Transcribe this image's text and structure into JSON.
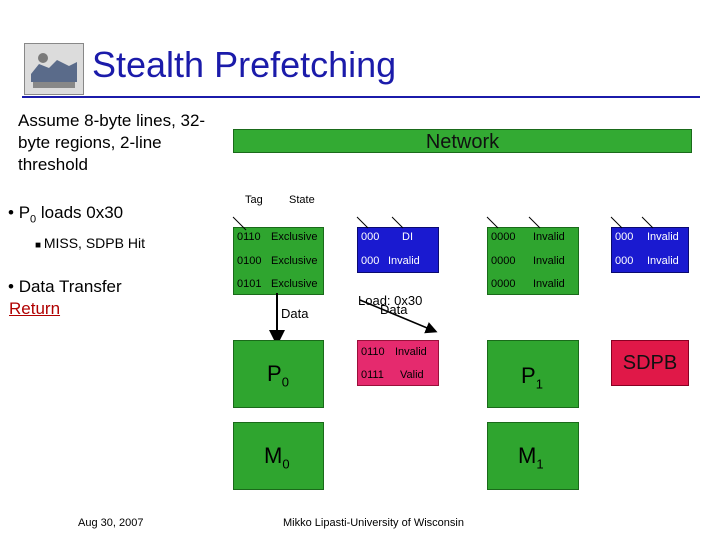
{
  "slide": {
    "title": "Stealth Prefetching",
    "assume_text": "Assume 8-byte lines, 32-byte regions, 2-line threshold",
    "bullet1_prefix": "P",
    "bullet1_sub": "0",
    "bullet1_rest": " loads 0x30",
    "subbullet": "MISS, SDPB Hit",
    "bullet2": "Data Transfer",
    "return_link": "Return",
    "network_label": "Network",
    "tag_header": "Tag",
    "state_header": "State",
    "left_cache": [
      {
        "tag": "0110",
        "state": "Exclusive"
      },
      {
        "tag": "0100",
        "state": "Exclusive"
      },
      {
        "tag": "0101",
        "state": "Exclusive"
      }
    ],
    "mid_cache": [
      {
        "tag": "000",
        "state": "DI"
      },
      {
        "tag": "000",
        "state": "Invalid"
      }
    ],
    "right_cache1": [
      {
        "tag": "0000",
        "state": "Invalid"
      },
      {
        "tag": "0000",
        "state": "Invalid"
      },
      {
        "tag": "0000",
        "state": "Invalid"
      }
    ],
    "right_cache2": [
      {
        "tag": "000",
        "state": "Invalid"
      },
      {
        "tag": "000",
        "state": "Invalid"
      }
    ],
    "data_label_left": "Data",
    "load_label": "Load: 0x30",
    "data_label_mid": "Data",
    "sdpb_rows": [
      {
        "tag": "0110",
        "state": "Invalid"
      },
      {
        "tag": "0111",
        "state": "Valid"
      }
    ],
    "p0": {
      "main": "P",
      "sub": "0"
    },
    "p1": {
      "main": "P",
      "sub": "1"
    },
    "m0": {
      "main": "M",
      "sub": "0"
    },
    "m1": {
      "main": "M",
      "sub": "1"
    },
    "sdpb_label": "SDPB",
    "footer_date": "Aug 30, 2007",
    "footer_author": "Mikko Lipasti-University of Wisconsin"
  },
  "colors": {
    "title": "#1b1baa",
    "green": "#2fa52f",
    "blue": "#1a1ad0",
    "pink": "#e52a6e",
    "sdpb": "#e01848"
  }
}
